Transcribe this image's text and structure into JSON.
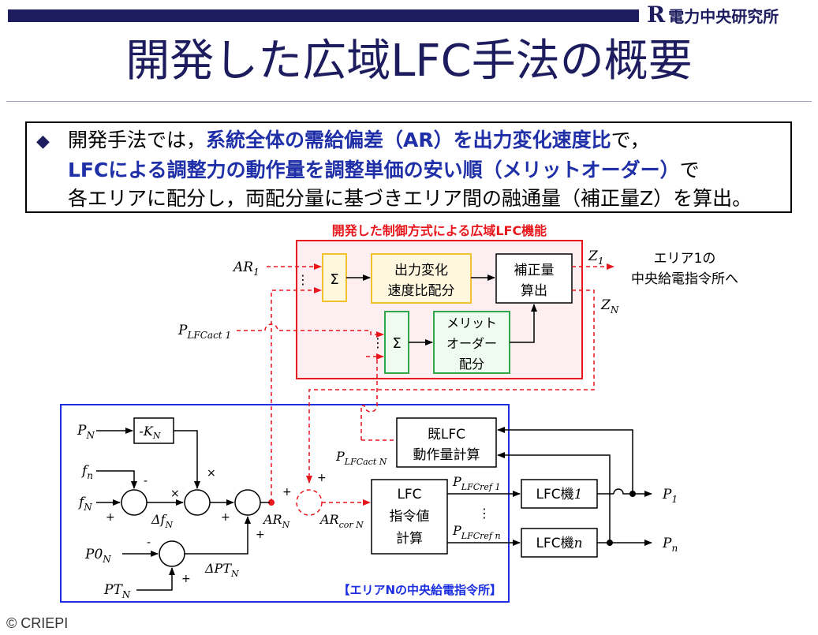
{
  "header": {
    "logo_mark": "R",
    "logo_text": "電力中央研究所",
    "title": "開発した広域LFC手法の概要"
  },
  "summary": {
    "line1_pre": "開発手法では，",
    "line1_hl": "系統全体の需給偏差（AR）を出力変化速度比",
    "line1_post": "で，",
    "line2_hl": "LFCによる調整力の動作量を調整単価の安い順（メリットオーダー）",
    "line2_post": "で",
    "line3": "各エリアに配分し，両配分量に基づきエリア間の融通量（補正量Z）を算出。"
  },
  "diagram": {
    "wide_area_label": "開発した制御方式による広域LFC機能",
    "central_label": "【エリアNの中央給電指令所】",
    "sigma": "Σ",
    "dots_v": "⋮",
    "block_rate_ratio": [
      "出力変化",
      "速度比配分"
    ],
    "block_correction": [
      "補正量",
      "算出"
    ],
    "block_merit": [
      "メリット",
      "オーダー",
      "配分"
    ],
    "block_existing_lfc": [
      "既LFC",
      "動作量計算"
    ],
    "block_lfc_command": [
      "LFC",
      "指令値",
      "計算"
    ],
    "block_lfc_gain": "-K",
    "block_lfc_gain_sub": "N",
    "block_lfc1": "LFC機",
    "block_lfc1_num": "1",
    "block_lfcn": "LFC機",
    "block_lfcn_num": "n",
    "dest_area": [
      "エリア1の",
      "中央給電指令所へ"
    ],
    "labels": {
      "AR1": "AR",
      "AR1_sub": "1",
      "Pact1": "P",
      "Pact1_sub": "LFCact 1",
      "Z1": "Z",
      "Z1_sub": "1",
      "ZN": "Z",
      "ZN_sub": "N",
      "PN": "P",
      "PN_sub": "N",
      "fn_small": "f",
      "fn_small_sub": "n",
      "fN": "f",
      "fN_sub": "N",
      "dfN": "Δf",
      "dfN_sub": "N",
      "ARN": "AR",
      "ARN_sub": "N",
      "ARcorN": "AR",
      "ARcorN_sub": "cor N",
      "P0N": "P0",
      "P0N_sub": "N",
      "dPTN": "ΔPT",
      "dPTN_sub": "N",
      "PTN": "PT",
      "PTN_sub": "N",
      "PactN": "P",
      "PactN_sub": "LFCact N",
      "Pref1": "P",
      "Pref1_sub": "LFCref 1",
      "Prefn": "P",
      "Prefn_sub": "LFCref n",
      "P1": "P",
      "P1_sub": "1",
      "Pn": "P",
      "Pn_sub": "n",
      "plus": "+",
      "minus": "-",
      "times": "×"
    }
  },
  "footer": "© CRIEPI",
  "colors": {
    "navy": "#1c1c5e",
    "highlight": "#1f2fa8",
    "red": "#e8171d",
    "yellow": "#f2c12e",
    "green": "#2ea84a",
    "blue": "#1b2fe0"
  }
}
